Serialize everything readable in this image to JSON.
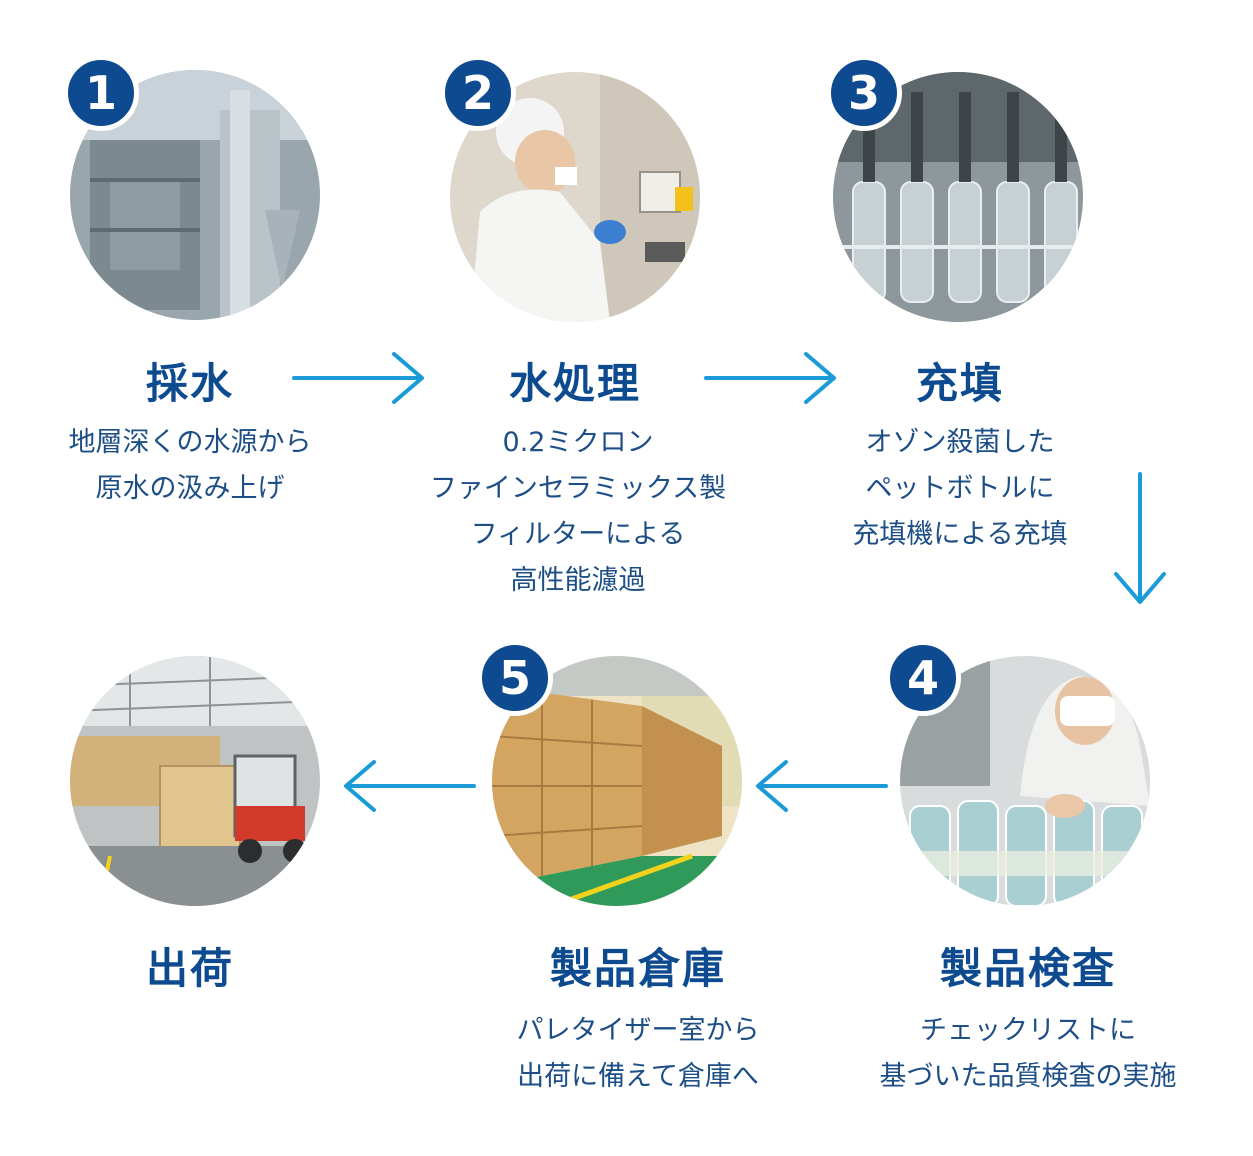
{
  "steps": [
    {
      "number": "1",
      "title": "採水",
      "desc": [
        "地層深くの水源から",
        "原水の汲み上げ"
      ]
    },
    {
      "number": "2",
      "title": "水処理",
      "desc": [
        "0.2ミクロン",
        "ファインセラミックス製",
        "フィルターによる",
        "高性能濾過"
      ]
    },
    {
      "number": "3",
      "title": "充填",
      "desc": [
        "オゾン殺菌した",
        "ペットボトルに",
        "充填機による充填"
      ]
    },
    {
      "number": "4",
      "title": "製品検査",
      "desc": [
        "チェックリストに",
        "基づいた品質検査の実施"
      ]
    },
    {
      "number": "5",
      "title": "製品倉庫",
      "desc": [
        "パレタイザー室から",
        "出荷に備えて倉庫へ"
      ]
    },
    {
      "title": "出荷"
    }
  ],
  "colors": {
    "badge": "#0d4a8f",
    "title": "#0d4a8f",
    "desc": "#1d4f86",
    "arrow": "#1a9ad6"
  },
  "icons": [
    "arrow-right-icon",
    "arrow-down-icon",
    "arrow-left-icon"
  ]
}
